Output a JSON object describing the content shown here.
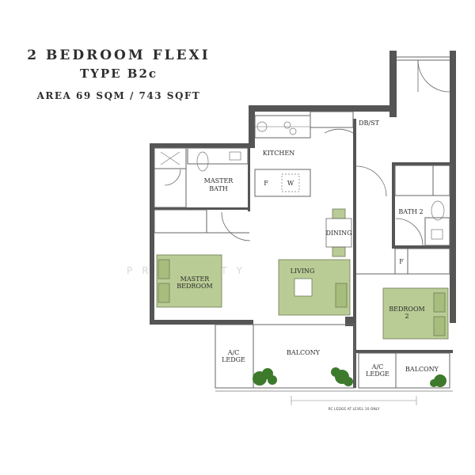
{
  "heading": {
    "line1": "2 BEDROOM FLEXI",
    "line2": "TYPE B2c",
    "line3": "AREA  69 SQM / 743 SQFT"
  },
  "rooms": {
    "db_st": "DB/ST",
    "kitchen": "KITCHEN",
    "fridge": "F",
    "washer": "W",
    "master_bath_1": "MASTER",
    "master_bath_2": "BATH",
    "bath2": "BATH 2",
    "dining": "DINING",
    "living": "LIVING",
    "master_bedroom_1": "MASTER",
    "master_bedroom_2": "BEDROOM",
    "bedroom2_1": "BEDROOM",
    "bedroom2_2": "2",
    "wardrobe_f": "F",
    "ac_ledge_1_a": "A/C",
    "ac_ledge_1_b": "LEDGE",
    "balcony_1": "BALCONY",
    "ac_ledge_2_a": "A/C",
    "ac_ledge_2_b": "LEDGE",
    "balcony_2": "BALCONY"
  },
  "note": "RC LEDGE AT LEVEL 10 ONLY",
  "watermark": "PROPERTY",
  "colors": {
    "wall": "#555555",
    "furniture_green": "#b9cc95",
    "plant_green": "#3d7a2c",
    "line": "#555555"
  }
}
